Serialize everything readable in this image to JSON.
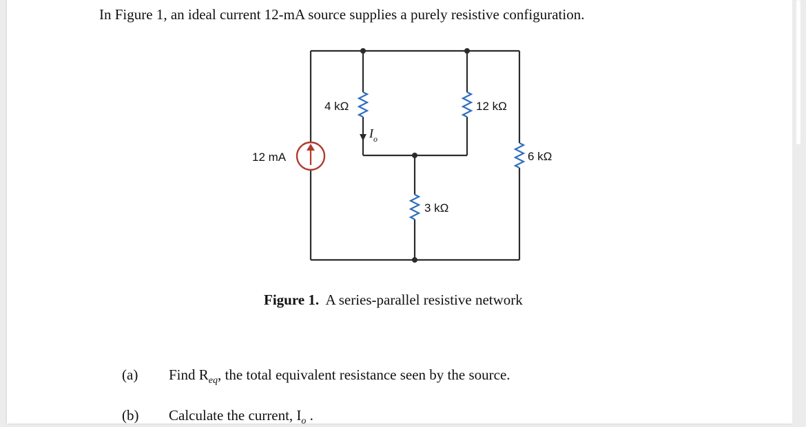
{
  "problem": {
    "intro": "In Figure 1, an ideal current 12-mA source supplies a purely resistive configuration."
  },
  "figure": {
    "caption_label": "Figure 1.",
    "caption_text": "A series-parallel resistive network",
    "source_label": "12 mA",
    "resistors": {
      "r4k": "4 kΩ",
      "r12k": "12 kΩ",
      "r3k": "3 kΩ",
      "r6k": "6 kΩ"
    },
    "current_label": "I",
    "current_sub": "o",
    "colors": {
      "wire": "#2b2b2b",
      "resistor": "#2f6fbf",
      "source": "#b03a2e"
    }
  },
  "questions": [
    {
      "label": "(a)",
      "text_prefix": "Find R",
      "text_sub": "eq",
      "text_suffix": ", the total equivalent resistance seen by the source."
    },
    {
      "label": "(b)",
      "text_prefix": "Calculate the current, I",
      "text_sub": "o",
      "text_suffix": " ."
    }
  ]
}
